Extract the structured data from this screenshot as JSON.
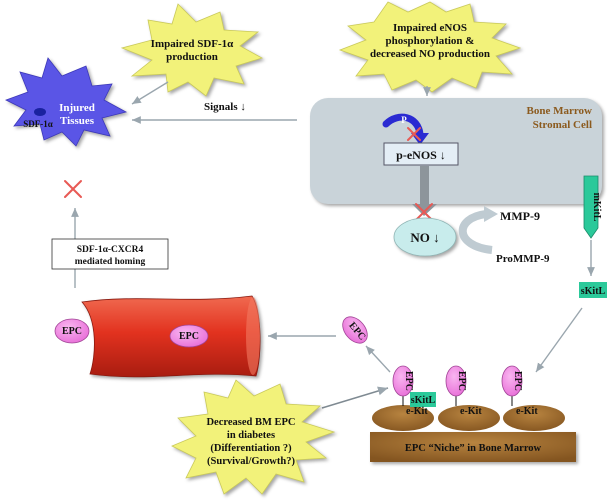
{
  "colors": {
    "starburst_yellow": "#f2f27a",
    "starburst_blue": "#5a55e6",
    "stromal_cell": "#c9d3d9",
    "epc_pink": "#ee7ee0",
    "kit_green": "#2bc99a",
    "vessel_red": "#e2321f",
    "niche_brown": "#9b6a2c",
    "cell_label_brown": "#8b5a1e",
    "cross_red": "#e85a55",
    "peNOS_arrow_blue": "#2a2ad2"
  },
  "nodes": {
    "sdf1_starburst": "Impaired SDF-1α production",
    "sdf1_line1": "Impaired SDF-1α",
    "sdf1_line2": "production",
    "enos_line1": "Impaired eNOS",
    "enos_line2": "phosphorylation &",
    "enos_line3": "decreased NO production",
    "injured_tissues_line1": "Injured",
    "injured_tissues_line2": "Tissues",
    "sdf1_alpha": "SDF-1α",
    "signals": "Signals ↓",
    "stromal_line1": "Bone Marrow",
    "stromal_line2": "Stromal Cell",
    "p_label": "P",
    "p_enos": "p-eNOS ↓",
    "no": "NO ↓",
    "mmp9": "MMP-9",
    "prommp9": "ProMMP-9",
    "mkitl": "mKitL",
    "skitl_right": "sKitL",
    "skitl_niche": "sKitL",
    "homing_line1": "SDF-1α-CXCR4",
    "homing_line2": "mediated homing",
    "epc_vessel_left": "EPC",
    "epc_vessel_inner": "EPC",
    "epc_migrating": "EPC",
    "epc_niche_1": "EPC",
    "epc_niche_2": "EPC",
    "epc_niche_3": "EPC",
    "ekit_1": "e-Kit",
    "ekit_2": "e-Kit",
    "ekit_3": "e-Kit",
    "niche_label": "EPC “Niche” in Bone Marrow",
    "diabetes_line1": "Decreased BM EPC",
    "diabetes_line2": "in diabetes",
    "diabetes_line3": "(Differentiation ?)",
    "diabetes_line4": "(Survival/Growth?)"
  }
}
